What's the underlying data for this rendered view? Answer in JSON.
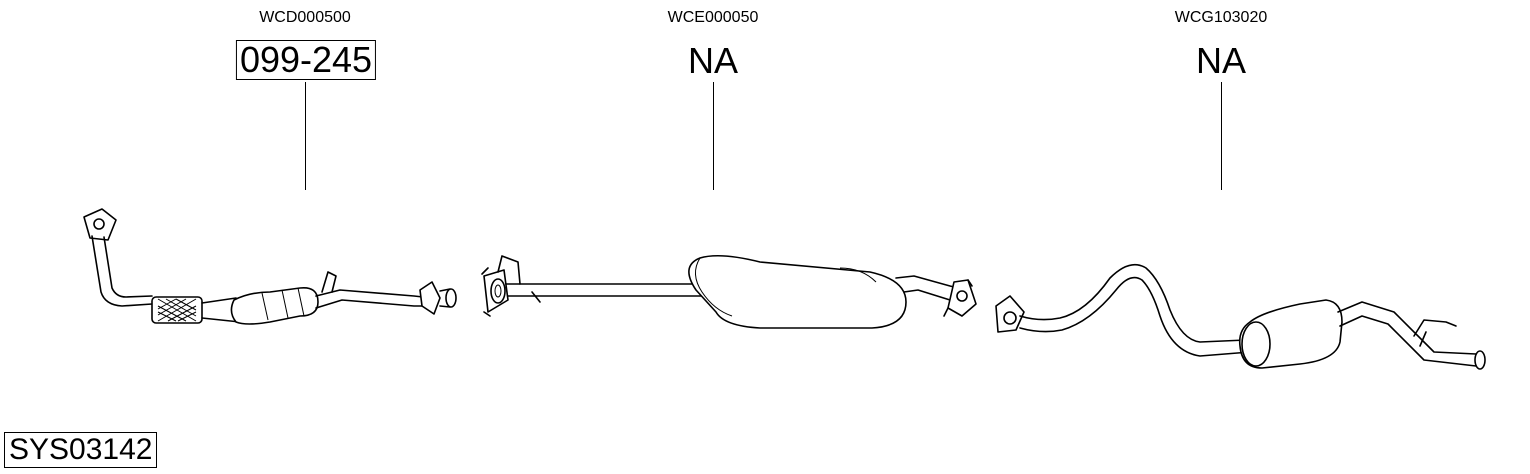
{
  "system_id": "SYS03142",
  "parts": [
    {
      "code": "WCD000500",
      "number": "099-245",
      "boxed": true,
      "icon": "front-pipe-catalytic-converter-icon"
    },
    {
      "code": "WCE000050",
      "number": "NA",
      "boxed": false,
      "icon": "middle-silencer-icon"
    },
    {
      "code": "WCG103020",
      "number": "NA",
      "boxed": false,
      "icon": "rear-silencer-icon"
    }
  ]
}
